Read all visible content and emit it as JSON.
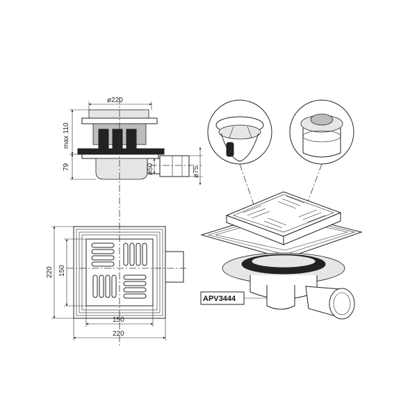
{
  "dimensions": {
    "top_diameter": "ø220",
    "max_height": "max 110",
    "side_height": "79",
    "outlet_inner": "ø50",
    "outlet_outer": "ø75",
    "plan_height": "220",
    "grate_height": "150",
    "grate_width": "150",
    "plan_width": "220"
  },
  "callout": {
    "model": "APV3444"
  }
}
